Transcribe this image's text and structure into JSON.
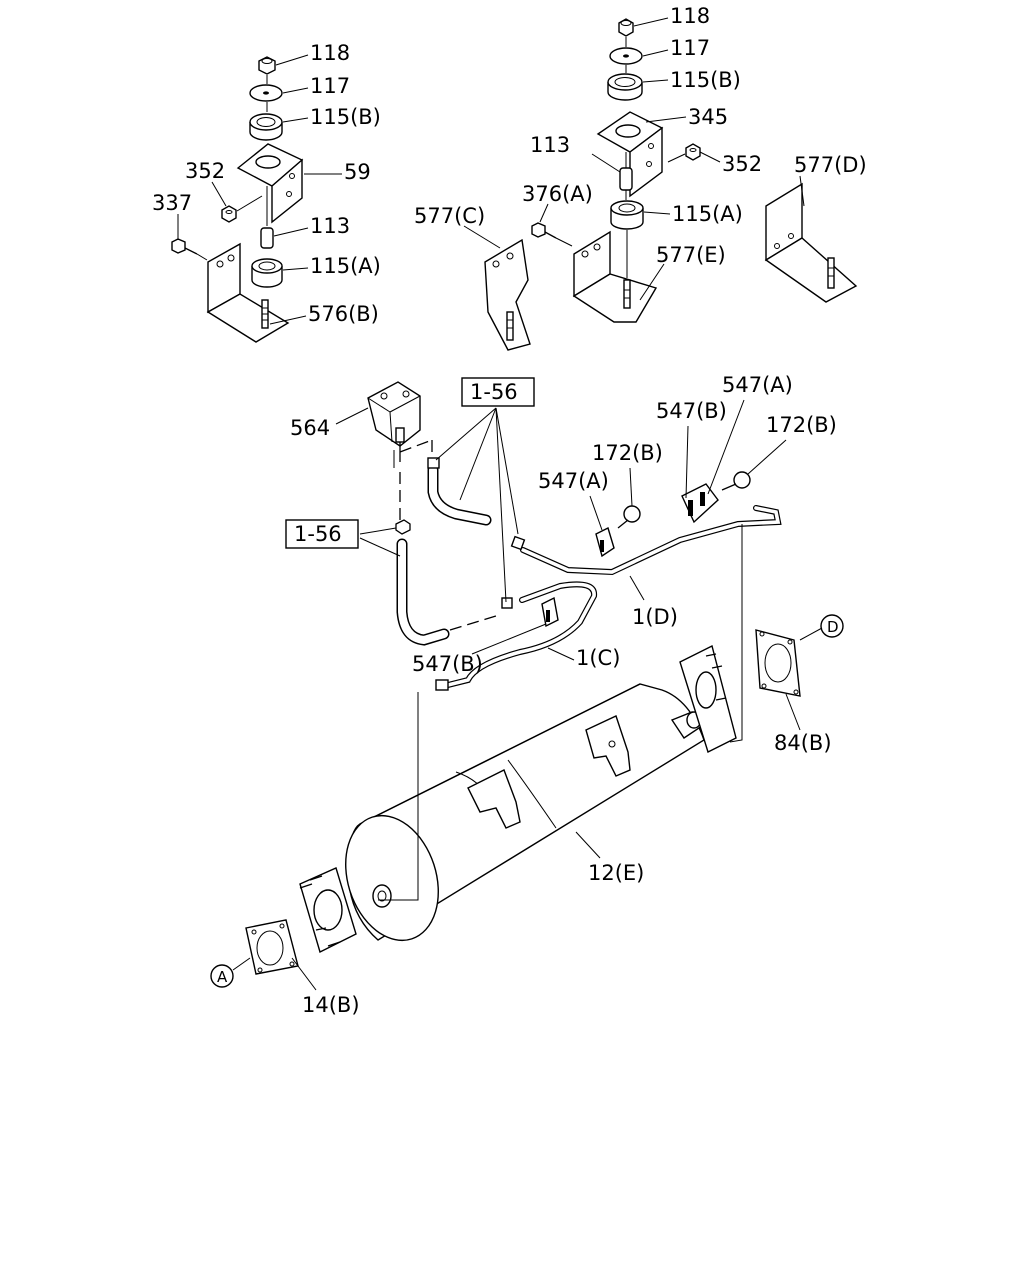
{
  "labels": {
    "p118_left": "118",
    "p117_left": "117",
    "p115b_left": "115(B)",
    "p352_left": "352",
    "p59": "59",
    "p337": "337",
    "p113_left": "113",
    "p115a_left": "115(A)",
    "p576b": "576(B)",
    "p118_right": "118",
    "p117_right": "117",
    "p115b_right": "115(B)",
    "p345": "345",
    "p113_right": "113",
    "p352_right": "352",
    "p376a": "376(A)",
    "p115a_right": "115(A)",
    "p577c": "577(C)",
    "p577d": "577(D)",
    "p577e": "577(E)",
    "p564": "564",
    "p1_56_top": "1-56",
    "p1_56_left": "1-56",
    "p547a_top": "547(A)",
    "p547b_top": "547(B)",
    "p172b_right": "172(B)",
    "p172b_mid": "172(B)",
    "p547a_mid": "547(A)",
    "p1d": "1(D)",
    "p1c": "1(C)",
    "p547b_low": "547(B)",
    "p84b": "84(B)",
    "p12e": "12(E)",
    "p14b": "14(B)"
  },
  "markers": {
    "a": "A",
    "d": "D"
  }
}
